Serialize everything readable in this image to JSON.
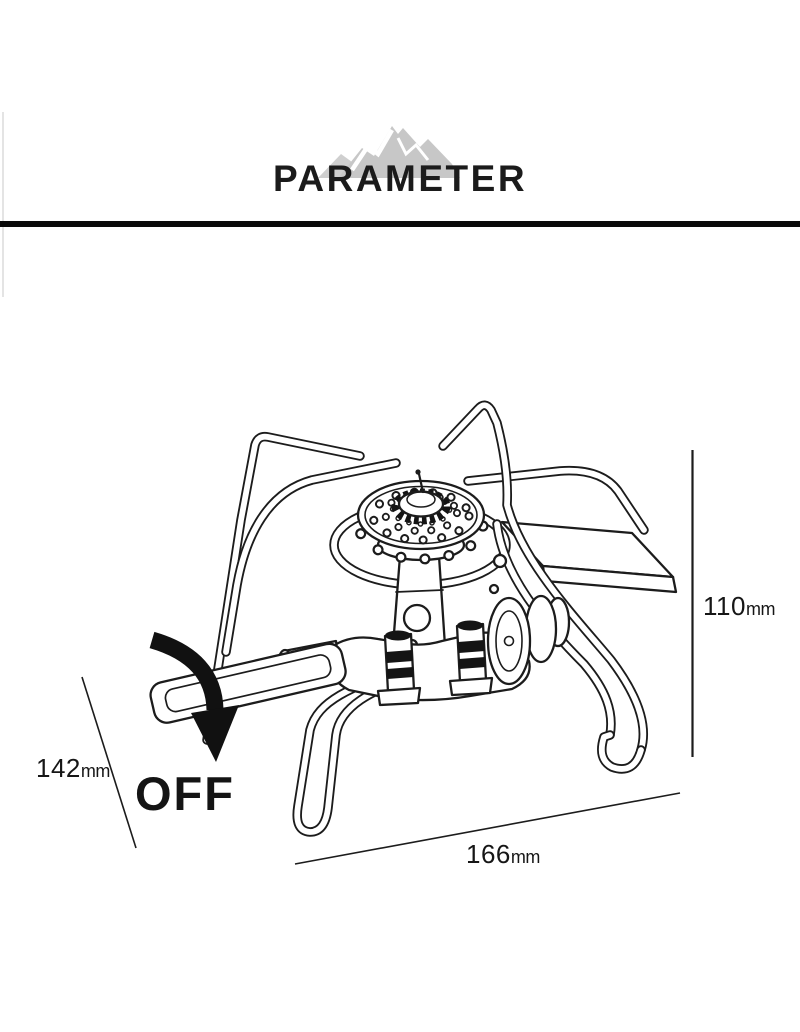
{
  "header": {
    "title": "PARAMETER"
  },
  "annotations": {
    "off_label": "OFF",
    "height": {
      "value": "110",
      "unit": "mm"
    },
    "left_depth": {
      "value": "142",
      "unit": "mm"
    },
    "bottom_width": {
      "value": "166",
      "unit": "mm"
    }
  },
  "icons": {
    "mountain": "mountain-icon",
    "rotate_off_arrow": "rotate-off-arrow-icon"
  },
  "colors": {
    "ink": "#1c1c1c",
    "divider": "#0a0a0a",
    "title_text": "#1b1b1b",
    "mountain_gray": "#c7c7c7",
    "background": "#ffffff"
  }
}
